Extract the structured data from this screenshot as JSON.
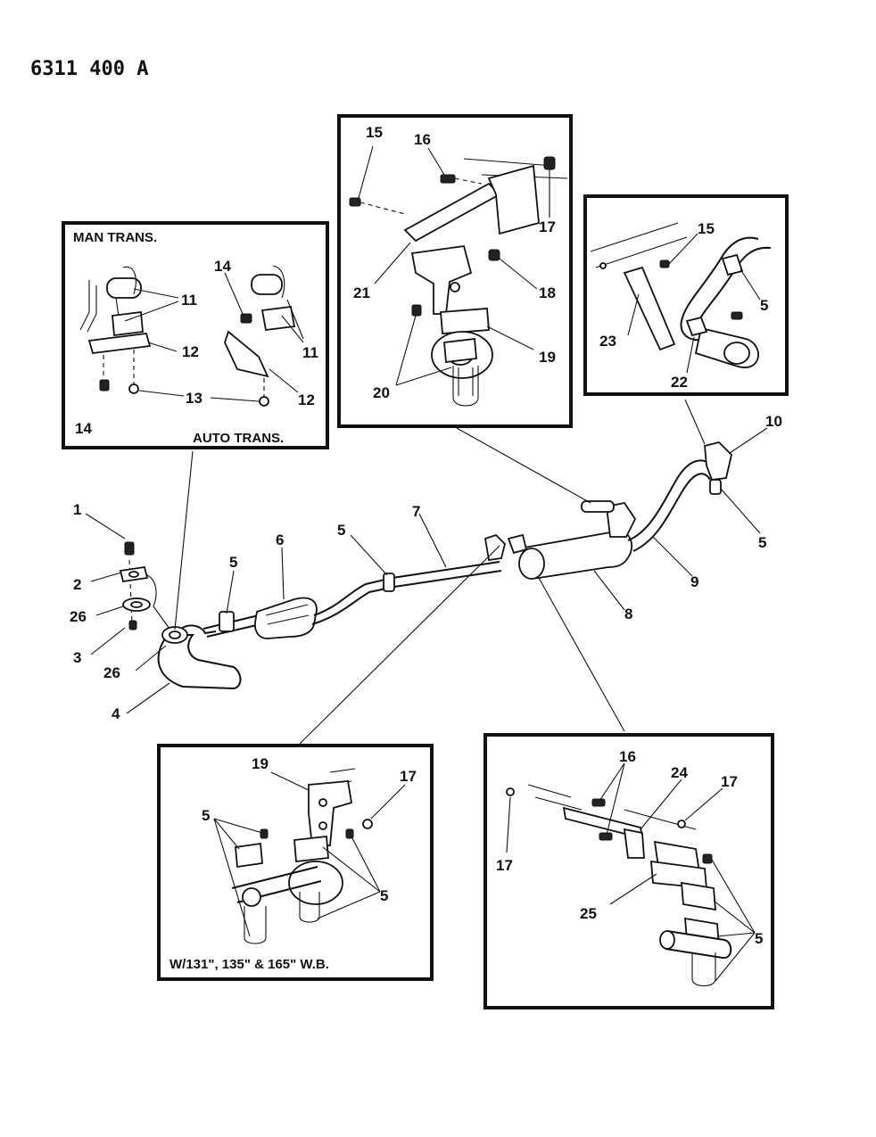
{
  "header": {
    "reference": "6311 400 A"
  },
  "boxes": {
    "man_auto": {
      "top_caption": "MAN TRANS.",
      "bottom_caption": "AUTO TRANS."
    },
    "wheelbase": {
      "caption": "W/131\", 135\" & 165\" W.B."
    }
  },
  "callouts": {
    "c1": "1",
    "c2": "2",
    "c26a": "26",
    "c3": "3",
    "c26b": "26",
    "c4": "4",
    "c5a": "5",
    "c6": "6",
    "c5b": "5",
    "c7": "7",
    "c8": "8",
    "c9": "9",
    "c5c": "5",
    "c10": "10",
    "m11a": "11",
    "m11b": "11",
    "m12a": "12",
    "m12b": "12",
    "m13": "13",
    "m14a": "14",
    "m14b": "14",
    "t15": "15",
    "t16": "16",
    "t17": "17",
    "t18": "18",
    "t19": "19",
    "t20": "20",
    "t21": "21",
    "r15": "15",
    "r5": "5",
    "r23": "23",
    "r22": "22",
    "w19": "19",
    "w17": "17",
    "w5a": "5",
    "w5b": "5",
    "b16": "16",
    "b24": "24",
    "b17a": "17",
    "b17b": "17",
    "b25": "25",
    "b5": "5"
  }
}
